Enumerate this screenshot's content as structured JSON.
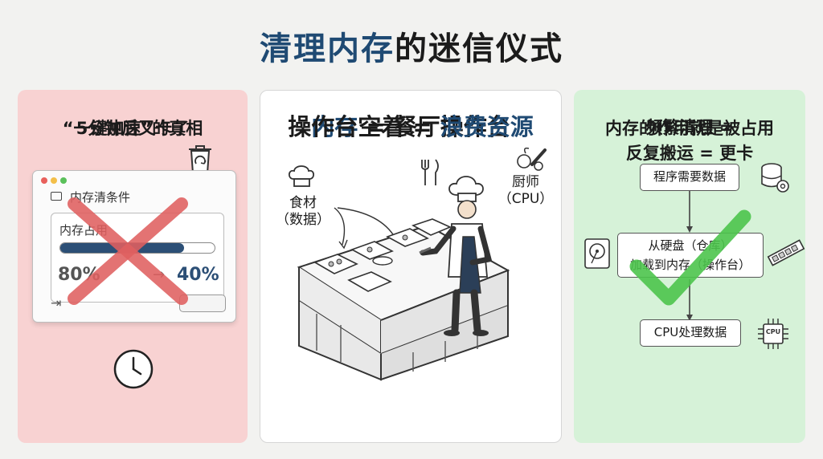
{
  "title": {
    "highlight": "清理内存",
    "rest": "的迷信仪式"
  },
  "panel_left": {
    "heading": "“一键加速”的真相",
    "window_title": "内存清条件",
    "memory_label": "内存占用",
    "percent_from": "80%",
    "arrow": "→",
    "percent_to": "40%",
    "bar_fill_fraction": 0.8,
    "footer": "5分钟后又卡了",
    "colors": {
      "panel": "#f8d2d2",
      "cross": "#e06060",
      "bar": "#2c4f76"
    },
    "icons": [
      "trash-recycle-icon",
      "clock-icon",
      "exit-icon",
      "cross-mark-icon"
    ]
  },
  "panel_middle": {
    "heading_highlight": "内存",
    "heading_rest": " = 餐厅操作台",
    "ingredients_label_1": "食材",
    "ingredients_label_2": "（数据）",
    "chef_label_1": "厨师",
    "chef_label_2": "（CPU）",
    "footer_rest": "操作台空着 = ",
    "footer_highlight": "浪费资源",
    "icons": [
      "chef-hat-icon",
      "cutlery-icon",
      "vegetables-icon",
      "kitchen-counter-icon",
      "chef-icon"
    ]
  },
  "panel_right": {
    "heading": "内存的作用就是被占用",
    "step1": "程序需要数据",
    "step2_line1": "从硬盘（仓库）",
    "step2_line2": "加载到内存（操作台）",
    "step3": "CPU处理数据",
    "cpu_chip_text": "CPU",
    "footer_line1": "频繁清理 =",
    "footer_line2": "反复搬运 = 更卡",
    "colors": {
      "panel": "#d6f2d8",
      "check": "#4cc44c"
    },
    "icons": [
      "database-gear-icon",
      "hard-disk-icon",
      "ram-stick-icon",
      "cpu-chip-icon",
      "check-mark-icon"
    ]
  }
}
